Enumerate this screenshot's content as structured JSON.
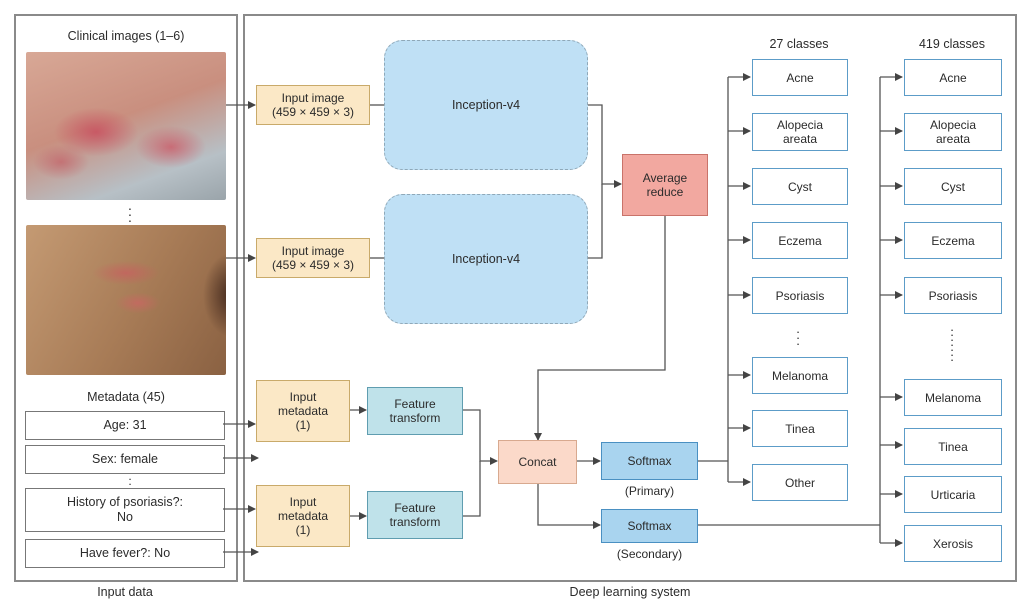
{
  "input_panel": {
    "clinical_images_label": "Clinical images (1–6)",
    "metadata_label": "Metadata (45)",
    "metadata_items": [
      "Age: 31",
      "Sex: female",
      "History of psoriasis?:\nNo",
      "Have fever?: No"
    ],
    "panel_label": "Input data"
  },
  "system_panel": {
    "panel_label": "Deep learning system",
    "input_image_labels": [
      "Input image\n(459 × 459 × 3)",
      "Input image\n(459 × 459 × 3)"
    ],
    "inception_labels": [
      "Inception-v4",
      "Inception-v4"
    ],
    "average_reduce": "Average\nreduce",
    "input_metadata_labels": [
      "Input\nmetadata\n(1)",
      "Input\nmetadata\n(1)"
    ],
    "feature_transform_labels": [
      "Feature\ntransform",
      "Feature\ntransform"
    ],
    "concat": "Concat",
    "softmax_primary": "Softmax",
    "primary_caption": "(Primary)",
    "softmax_secondary": "Softmax",
    "secondary_caption": "(Secondary)"
  },
  "classes_27": {
    "header": "27 classes",
    "items": [
      "Acne",
      "Alopecia\nareata",
      "Cyst",
      "Eczema",
      "Psoriasis",
      "Melanoma",
      "Tinea",
      "Other"
    ]
  },
  "classes_419": {
    "header": "419 classes",
    "items": [
      "Acne",
      "Alopecia\nareata",
      "Cyst",
      "Eczema",
      "Psoriasis",
      "Melanoma",
      "Tinea",
      "Urticaria",
      "Xerosis"
    ]
  },
  "colors": {
    "input_box": "#fbe8c6",
    "inception": "#bfe0f5",
    "average_reduce": "#f2a8a0",
    "concat": "#fbd9c9",
    "feature_transform": "#bfe2ea",
    "softmax": "#a9d4ef"
  }
}
